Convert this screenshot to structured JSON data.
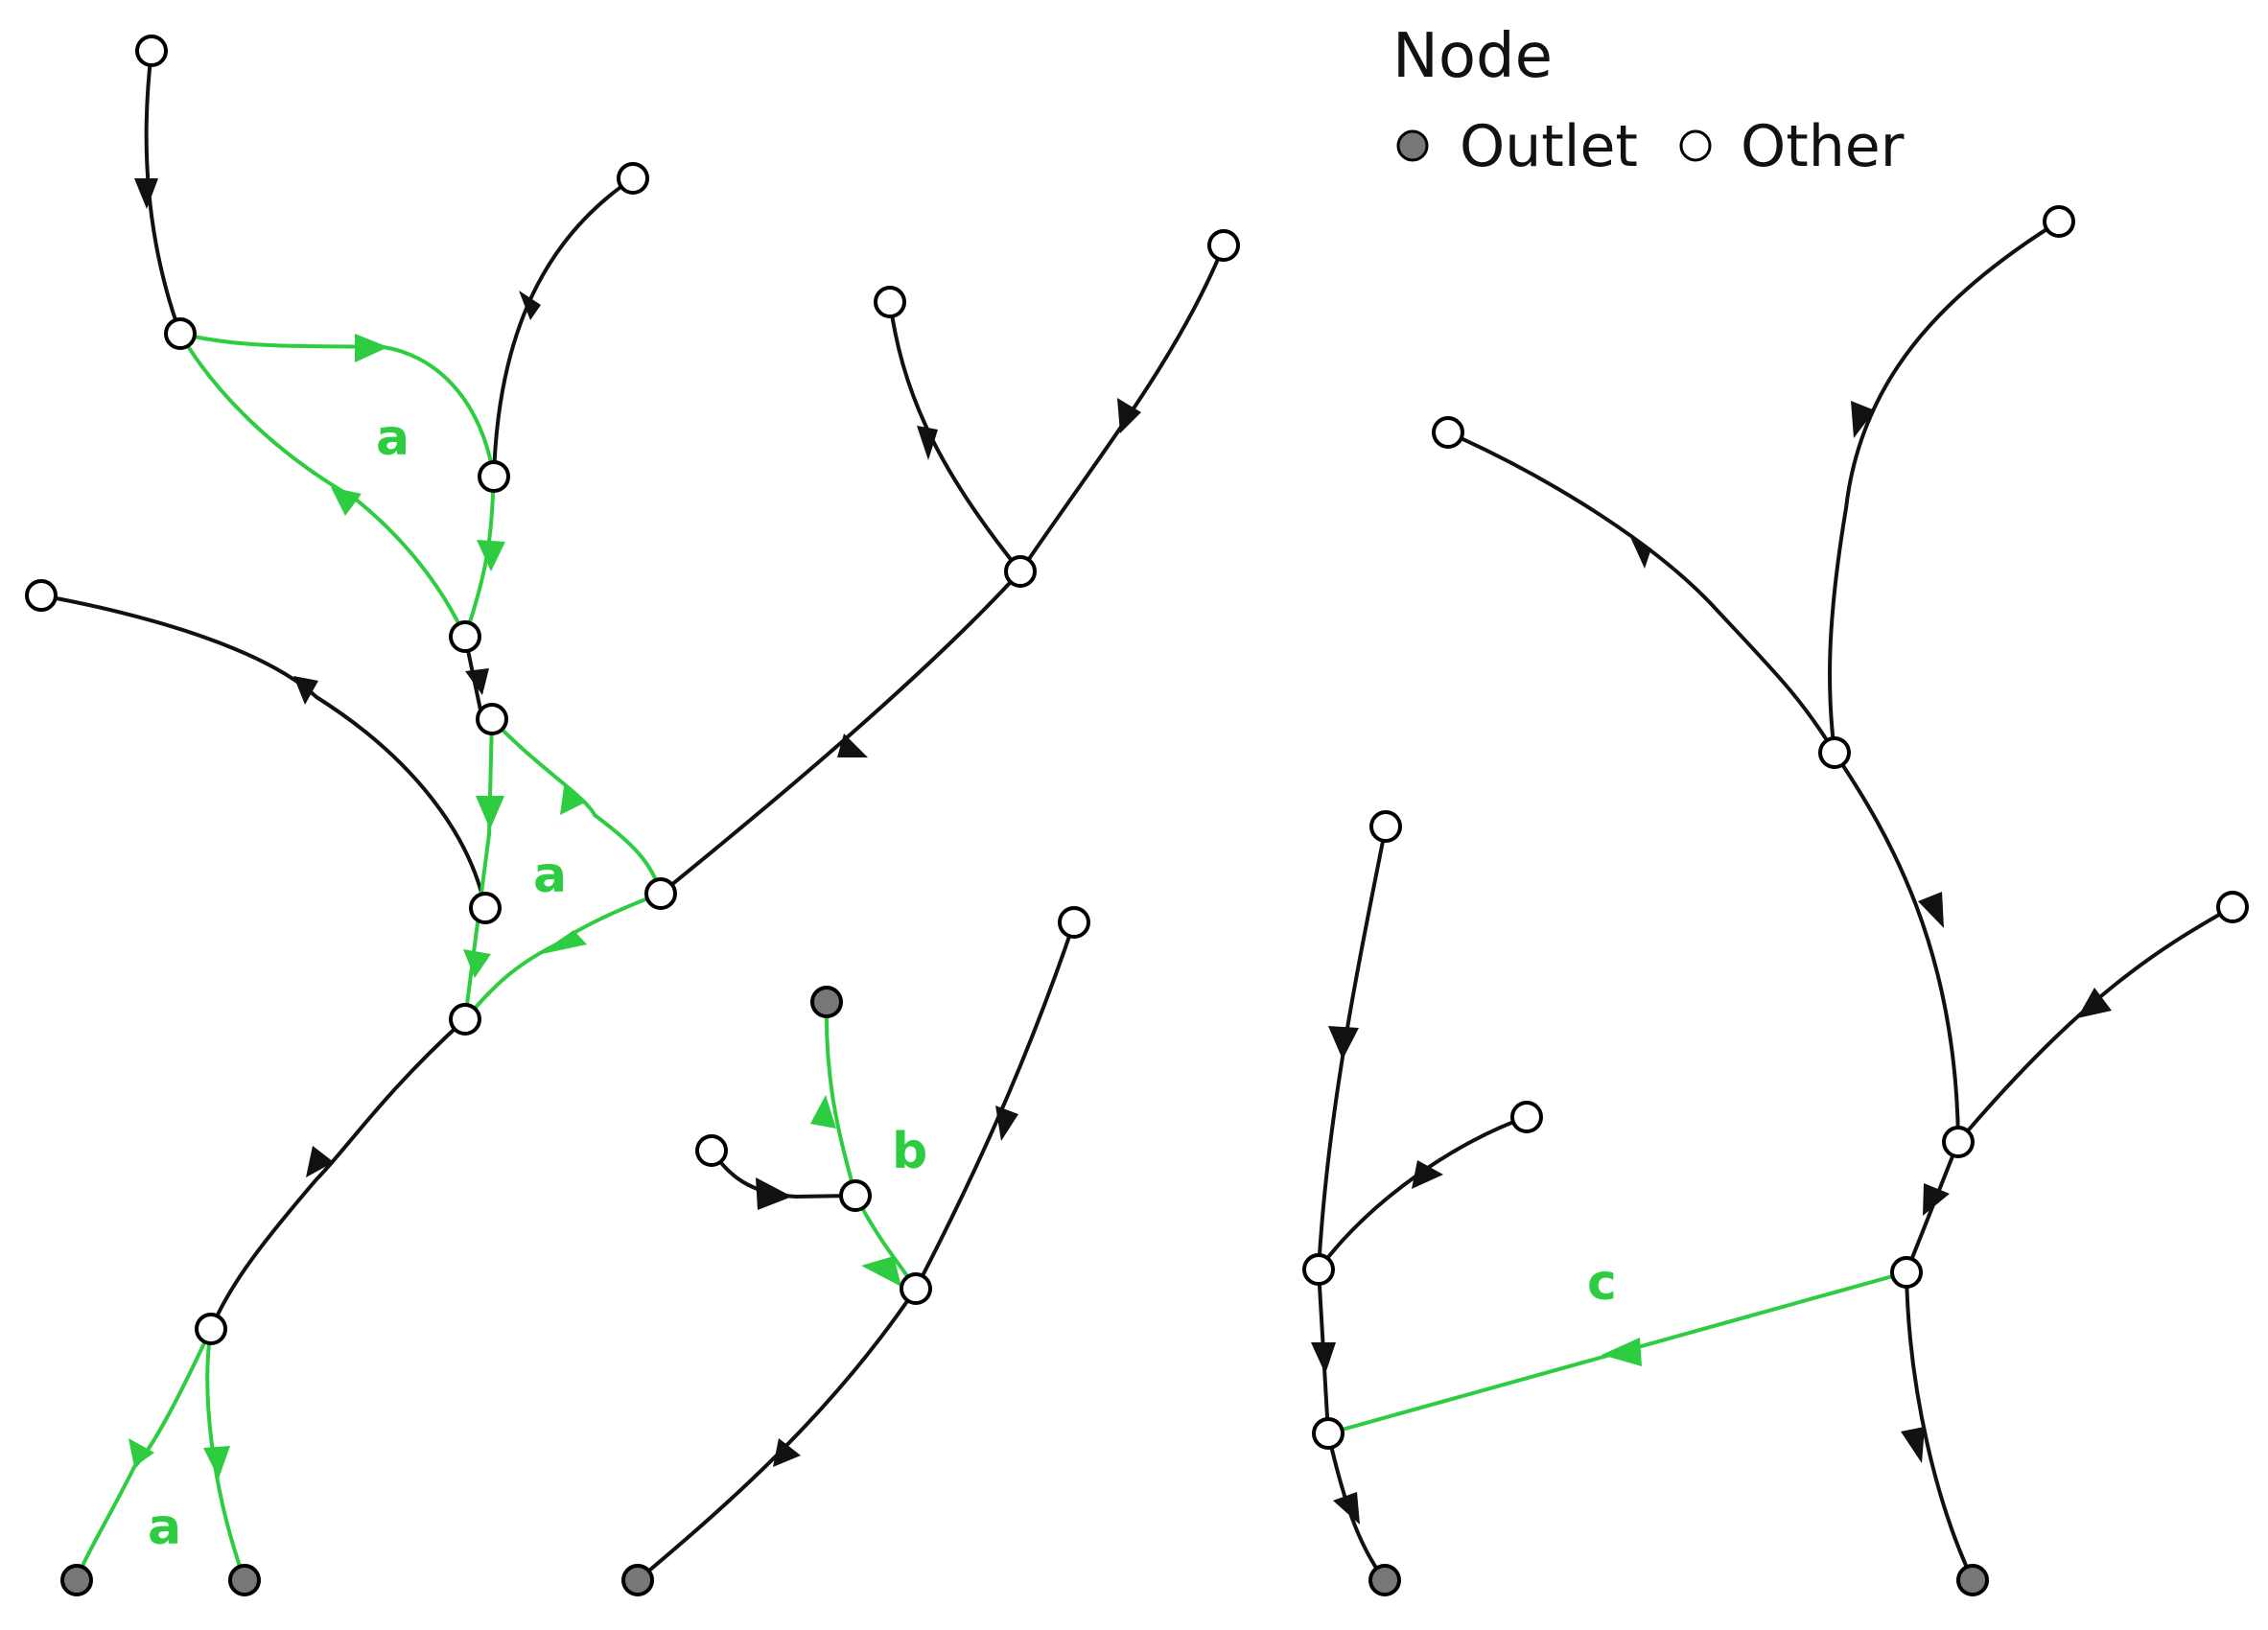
{
  "colors": {
    "edge_normal": "#111111",
    "edge_highlight": "#2ecc40",
    "node_outlet": "#777777",
    "node_other": "#ffffff",
    "node_stroke": "#000000"
  },
  "legend": {
    "title": "Node",
    "items": [
      {
        "label": "Outlet",
        "kind": "outlet"
      },
      {
        "label": "Other",
        "kind": "other"
      }
    ]
  },
  "edge_labels": [
    "a",
    "a",
    "a",
    "b",
    "c"
  ]
}
